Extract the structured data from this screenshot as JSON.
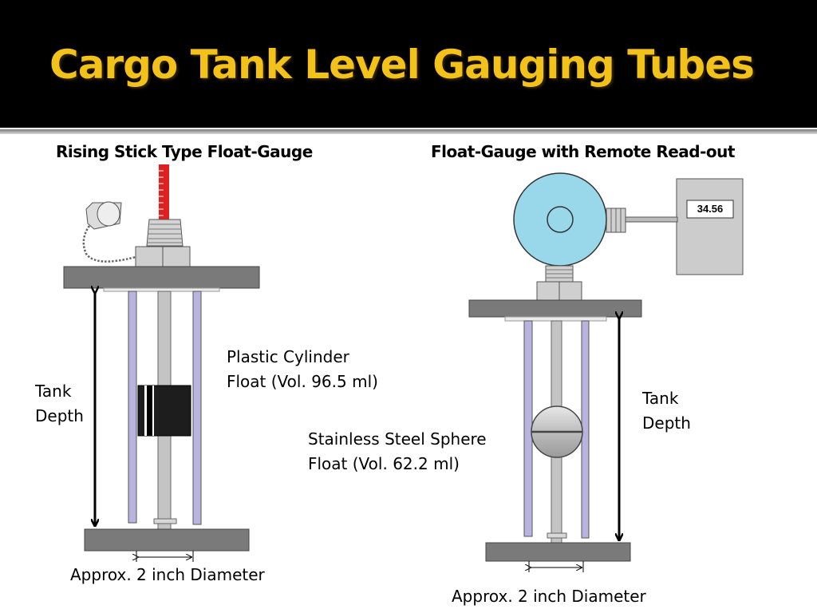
{
  "title": "Cargo Tank Level Gauging Tubes",
  "left_gauge": {
    "heading": "Rising Stick Type Float-Gauge",
    "float_label_line1": "Plastic Cylinder",
    "float_label_line2": "Float (Vol. 96.5 ml)",
    "depth_label_line1": "Tank",
    "depth_label_line2": "Depth",
    "diameter_label": "Approx. 2 inch Diameter"
  },
  "right_gauge": {
    "heading": "Float-Gauge with Remote Read-out",
    "readout_value": "34.56",
    "float_label_line1": "Stainless Steel Sphere",
    "float_label_line2": "Float (Vol. 62.2 ml)",
    "depth_label_line1": "Tank",
    "depth_label_line2": "Depth",
    "diameter_label": "Approx. 2 inch Diameter"
  },
  "colors": {
    "title_text": "#f2c21b",
    "title_background": "#000000",
    "plate_gray": "#7a7a7a",
    "tube_purple": "#b9b3e0",
    "stick_red": "#e02020",
    "dial_blue": "#99d8ea",
    "readout_box": "#cccccc"
  }
}
